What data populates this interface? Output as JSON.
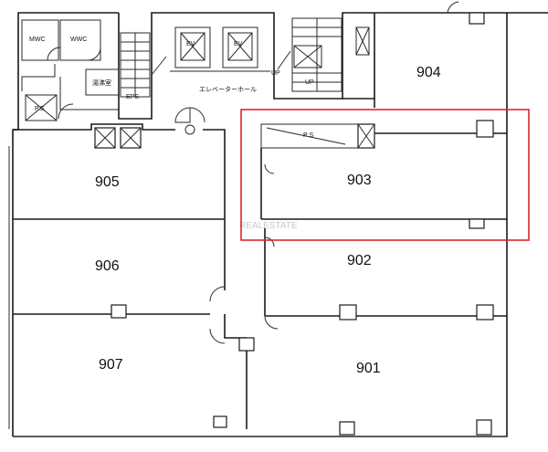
{
  "rooms": {
    "r901": "901",
    "r902": "902",
    "r903": "903",
    "r904": "904",
    "r905": "905",
    "r906": "906",
    "r907": "907"
  },
  "core_labels": {
    "mwc": "MWC",
    "wwc": "WWC",
    "kitchenette": "湯沸室",
    "ps": "P.S",
    "eps": "EPS",
    "elevator_hall": "エレベーターホール",
    "ev": "EV",
    "up": "UP",
    "pipe_shaft": "P S"
  },
  "highlight_color": "#e0242b",
  "watermark": "REALESTATE"
}
